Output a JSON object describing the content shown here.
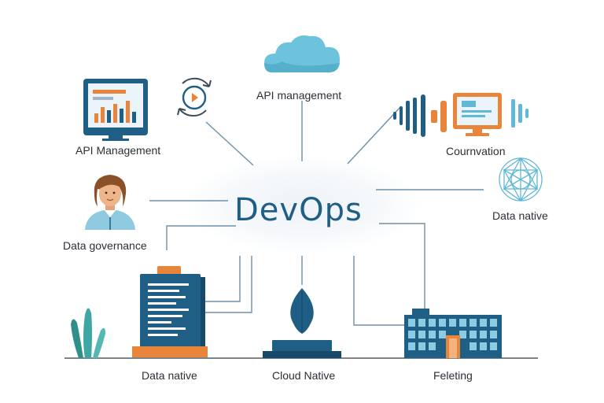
{
  "center": {
    "title": "DevOps"
  },
  "nodes": {
    "cloud": {
      "label": "API management",
      "icon": "cloud-icon"
    },
    "monitor": {
      "label": "API Management",
      "icon": "dashboard-monitor-icon"
    },
    "cycle": {
      "icon": "cycle-arrows-icon"
    },
    "computer": {
      "label": "Cournvation",
      "icon": "computer-signal-icon"
    },
    "person": {
      "label": "Data governance",
      "icon": "person-avatar-icon"
    },
    "network": {
      "label": "Data native",
      "icon": "network-star-icon"
    },
    "server": {
      "label": "Data native",
      "icon": "server-document-icon"
    },
    "plant": {
      "icon": "plant-icon"
    },
    "leaf": {
      "label": "Cloud Native",
      "icon": "leaf-platform-icon"
    },
    "building": {
      "label": "Feleting",
      "icon": "building-icon"
    }
  },
  "colors": {
    "title": "#1f5f86",
    "navy": "#1f5f86",
    "light_blue": "#5fb8d6",
    "orange": "#e8853a",
    "teal": "#3fa7a3",
    "line": "#6f8fa8",
    "ground": "#555a60"
  }
}
